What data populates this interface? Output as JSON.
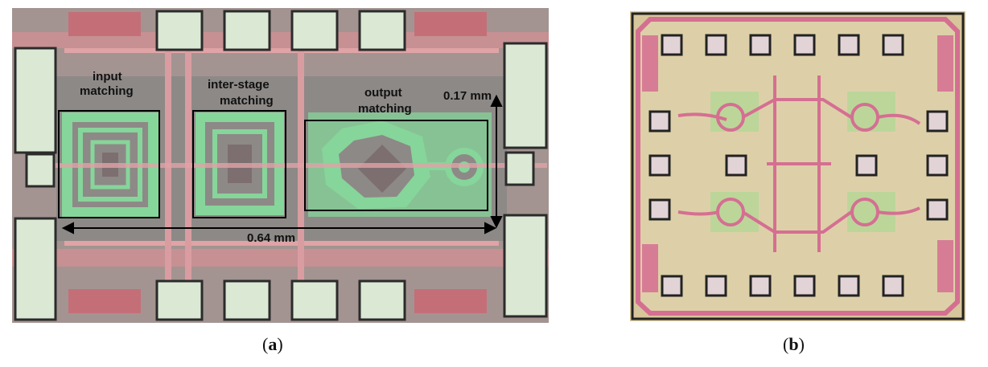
{
  "figure": {
    "panel_a": {
      "caption_open": "(",
      "caption_letter": "a",
      "caption_close": ")",
      "labels": {
        "input_line1": "input",
        "input_line2": "matching",
        "inter_line1": "inter-stage",
        "inter_line2": "matching",
        "output_line1": "output",
        "output_line2": "matching",
        "height_dim": "0.17 mm",
        "width_dim": "0.64 mm"
      }
    },
    "panel_b": {
      "caption_open": "(",
      "caption_letter": "b",
      "caption_close": ")"
    }
  }
}
